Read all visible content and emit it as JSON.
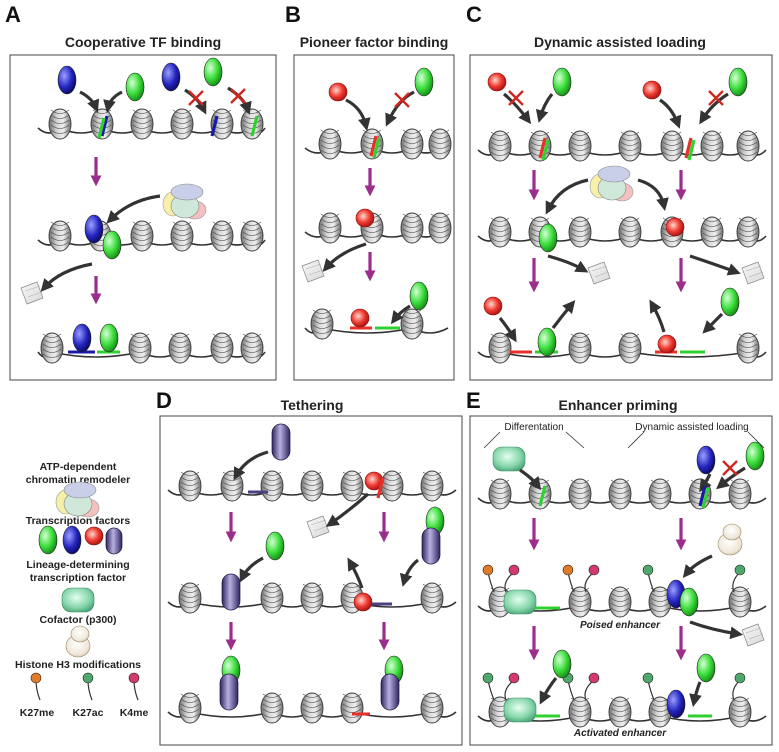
{
  "panels": {
    "A": {
      "letter": "A",
      "title": "Cooperative TF binding"
    },
    "B": {
      "letter": "B",
      "title": "Pioneer factor binding"
    },
    "C": {
      "letter": "C",
      "title": "Dynamic assisted loading"
    },
    "D": {
      "letter": "D",
      "title": "Tethering"
    },
    "E": {
      "letter": "E",
      "title": "Enhancer priming",
      "label_left": "Differentation",
      "label_right": "Dynamic assisted loading",
      "poised": "Poised enhancer",
      "activated": "Activated enhancer"
    }
  },
  "legend": {
    "remodeler_line1": "ATP-dependent",
    "remodeler_line2": "chromatin remodeler",
    "tfs": "Transcription factors",
    "ldtf_line1": "Lineage-determining",
    "ldtf_line2": "transcription factor",
    "cofactor": "Cofactor (p300)",
    "histone": "Histone H3 modifications",
    "k27me": "K27me",
    "k27ac": "K27ac",
    "k4me": "K4me"
  },
  "colors": {
    "arrow_purple": "#9b2d8c",
    "tf_blue": "#1a1aa8",
    "tf_green": "#2fd12f",
    "tf_red": "#e8302a",
    "tf_purple": "#4b3f80",
    "ldtf": "#6fc79a",
    "k27me": "#e07b2c",
    "k27ac": "#4ea86a",
    "k4me": "#d23a6e"
  }
}
